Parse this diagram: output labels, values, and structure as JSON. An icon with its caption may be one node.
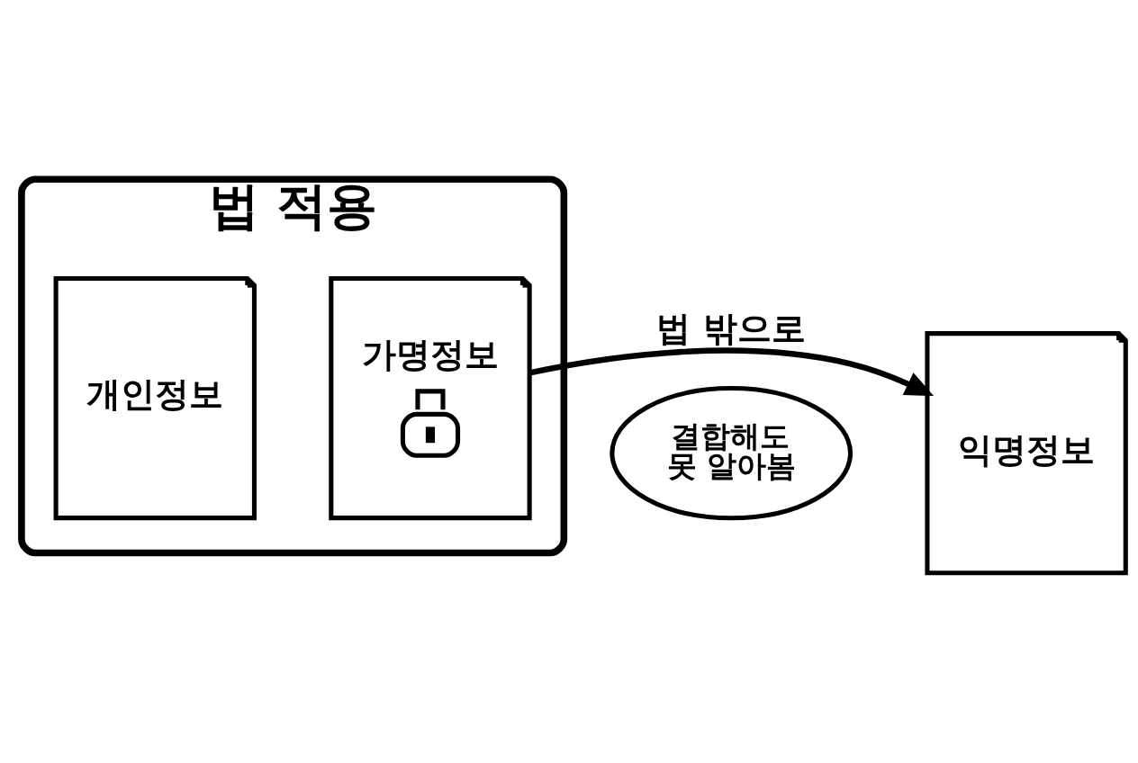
{
  "diagram": {
    "nodes": [
      {
        "text": [
          "법 적용"
        ]
      },
      {
        "text": [
          "개인정보"
        ],
        "in": 0
      },
      {
        "text": [
          "가명정보"
        ],
        "in": 0
      },
      {
        "text": [
          "익명정보"
        ]
      },
      {
        "text": [
          "결합해도 못 알아봄"
        ]
      }
    ],
    "edges": [
      {
        "from": 2,
        "to": 3,
        "arrow": "to",
        "label": "법 밖으로"
      }
    ]
  }
}
